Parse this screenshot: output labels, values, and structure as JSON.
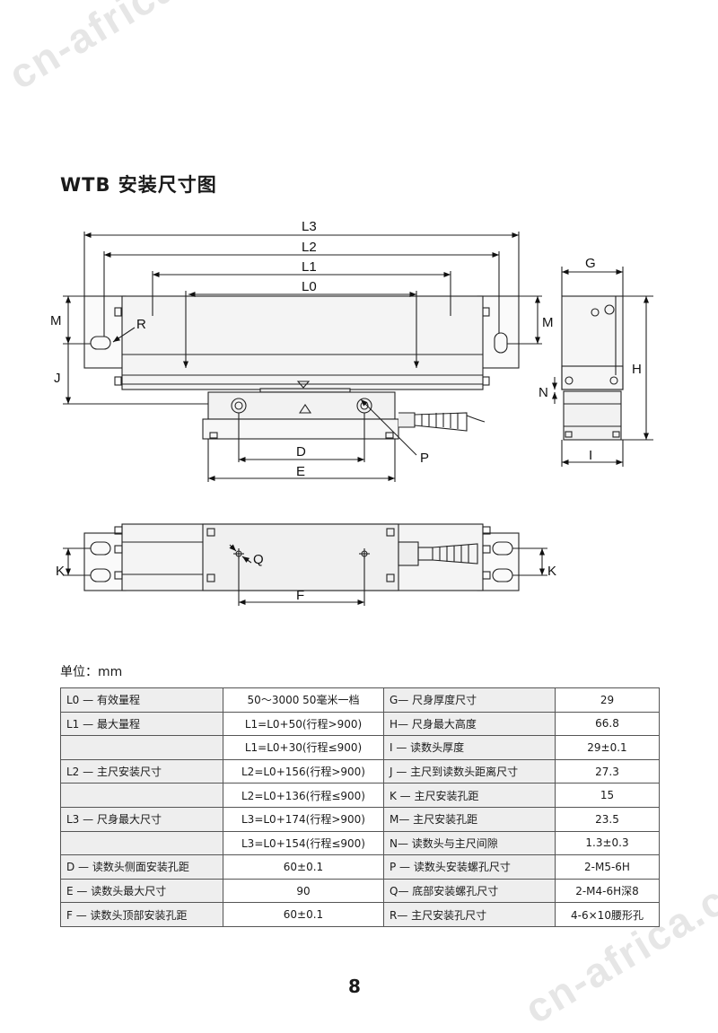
{
  "watermark": "cn-africa.cn",
  "title": "WTB 安装尺寸图",
  "labels": {
    "L3": "L3",
    "L2": "L2",
    "L1": "L1",
    "L0": "L0",
    "M": "M",
    "R": "R",
    "J": "J",
    "D": "D",
    "E": "E",
    "P": "P",
    "G": "G",
    "H": "H",
    "N": "N",
    "I": "I",
    "Q": "Q",
    "F": "F",
    "K": "K"
  },
  "unit": "单位：mm",
  "table": [
    {
      "n1": "L0 — 有效量程",
      "v1": "50～3000  50毫米一档",
      "n2": "G— 尺身厚度尺寸",
      "v2": "29"
    },
    {
      "n1": "L1 — 最大量程",
      "v1": "L1=L0+50(行程>900)",
      "n2": "H— 尺身最大高度",
      "v2": "66.8"
    },
    {
      "n1": "",
      "v1": "L1=L0+30(行程≤900)",
      "n2": "I — 读数头厚度",
      "v2": "29±0.1"
    },
    {
      "n1": "L2 — 主尺安装尺寸",
      "v1": "L2=L0+156(行程>900)",
      "n2": "J — 主尺到读数头距离尺寸",
      "v2": "27.3"
    },
    {
      "n1": "",
      "v1": "L2=L0+136(行程≤900)",
      "n2": "K — 主尺安装孔距",
      "v2": "15"
    },
    {
      "n1": "L3 — 尺身最大尺寸",
      "v1": "L3=L0+174(行程>900)",
      "n2": "M— 主尺安装孔距",
      "v2": "23.5"
    },
    {
      "n1": "",
      "v1": "L3=L0+154(行程≤900)",
      "n2": "N— 读数头与主尺间隙",
      "v2": "1.3±0.3"
    },
    {
      "n1": "D — 读数头侧面安装孔距",
      "v1": "60±0.1",
      "n2": "P — 读数头安装螺孔尺寸",
      "v2": "2-M5-6H"
    },
    {
      "n1": "E — 读数头最大尺寸",
      "v1": "90",
      "n2": "Q— 底部安装螺孔尺寸",
      "v2": "2-M4-6H深8"
    },
    {
      "n1": "F — 读数头顶部安装孔距",
      "v1": "60±0.1",
      "n2": "R— 主尺安装孔尺寸",
      "v2": "4-6×10腰形孔"
    }
  ],
  "page_number": "8"
}
